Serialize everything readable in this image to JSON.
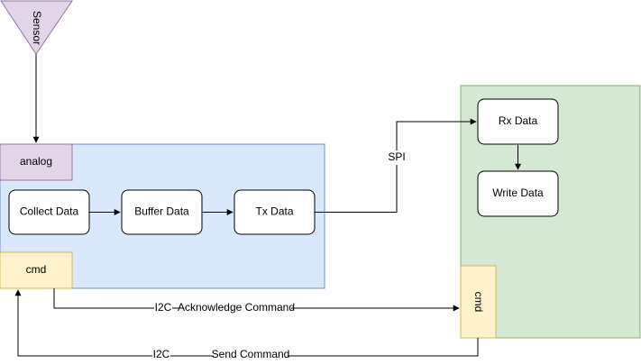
{
  "diagram": {
    "sensor": {
      "label": "Sensor"
    },
    "left_block": {
      "analog_label": "analog",
      "cmd_label": "cmd",
      "steps": [
        "Collect Data",
        "Buffer Data",
        "Tx Data"
      ]
    },
    "right_block": {
      "steps": [
        "Rx Data",
        "Write Data"
      ],
      "cmd_label": "cmd"
    },
    "links": {
      "spi_label": "SPI",
      "ack": {
        "protocol": "I2C",
        "label": "Acknowledge Command"
      },
      "send": {
        "protocol": "I2C",
        "label": "Send Command"
      }
    }
  },
  "colors": {
    "left_panel_fill": "#dae8fc",
    "left_panel_stroke": "#6c8ebf",
    "right_panel_fill": "#d5e8d4",
    "right_panel_stroke": "#82b366",
    "sensor_fill": "#e1d5e7",
    "sensor_stroke": "#9673a6",
    "cmd_fill": "#fff2cc",
    "cmd_stroke": "#d6b656"
  }
}
